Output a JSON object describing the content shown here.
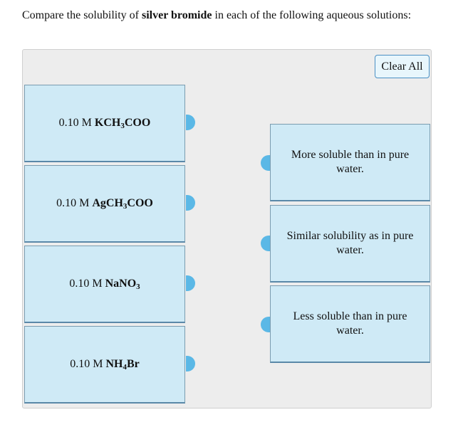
{
  "question": {
    "prefix": "Compare the solubility of ",
    "bold": "silver bromide",
    "suffix": " in each of the following aqueous solutions:"
  },
  "clear_all_label": "Clear All",
  "items": [
    {
      "conc": "0.10 M ",
      "formula_parts": [
        "KCH",
        "3",
        "COO"
      ]
    },
    {
      "conc": "0.10 M ",
      "formula_parts": [
        "AgCH",
        "3",
        "COO"
      ]
    },
    {
      "conc": "0.10 M ",
      "formula_parts": [
        "NaNO",
        "3",
        ""
      ]
    },
    {
      "conc": "0.10 M ",
      "formula_parts": [
        "NH",
        "4",
        "Br"
      ]
    }
  ],
  "targets": [
    {
      "label": "More soluble than in pure water."
    },
    {
      "label": "Similar solubility as in pure water."
    },
    {
      "label": "Less soluble than in pure water."
    }
  ],
  "colors": {
    "box_fill": "#cfeaf6",
    "connector": "#5bb8e6",
    "panel": "#ededed"
  }
}
